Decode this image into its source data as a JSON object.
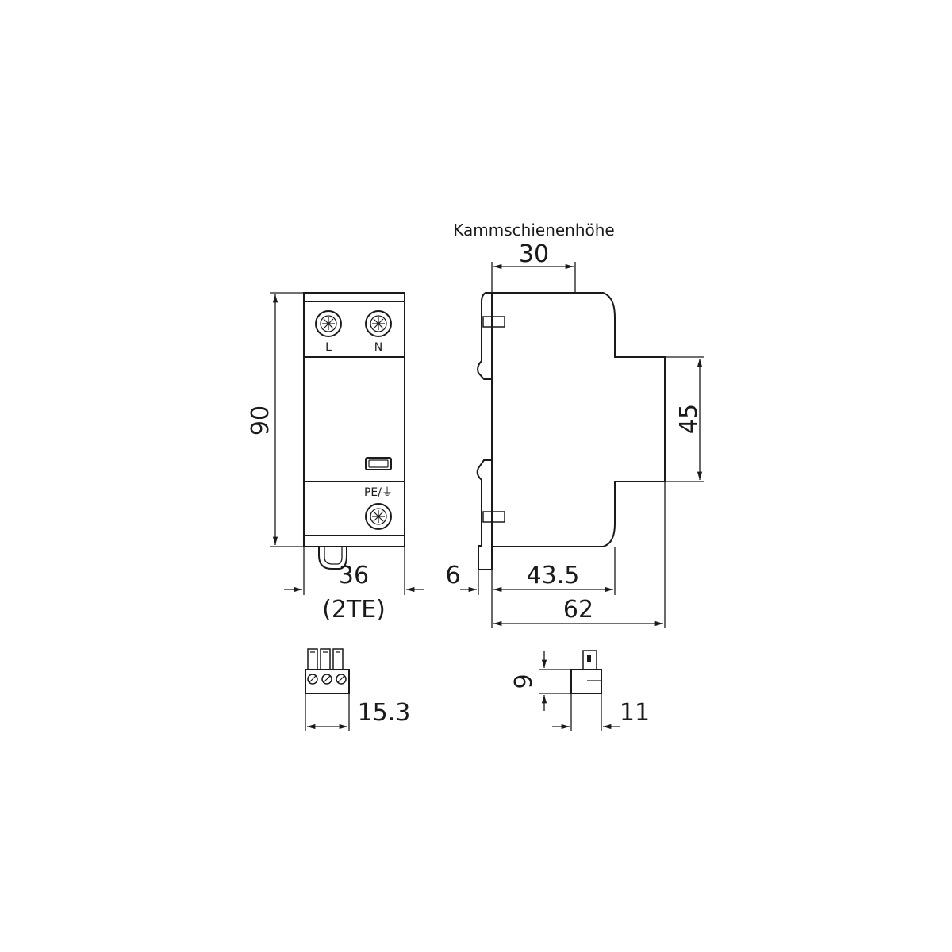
{
  "labels": {
    "comb_height": "Kammschienenhöhe",
    "terminal_l": "L",
    "terminal_n": "N",
    "terminal_pe": "PE/⏚"
  },
  "dimensions": {
    "height": "90",
    "width": "36",
    "width_units": "(2TE)",
    "comb_height": "30",
    "mid_height": "45",
    "rail_offset": "6",
    "depth_front": "43.5",
    "depth_total": "62",
    "plug_width": "15.3",
    "plug_height": "9",
    "plug_depth": "11"
  },
  "colors": {
    "line": "#1a1a1a",
    "background": "#ffffff"
  }
}
